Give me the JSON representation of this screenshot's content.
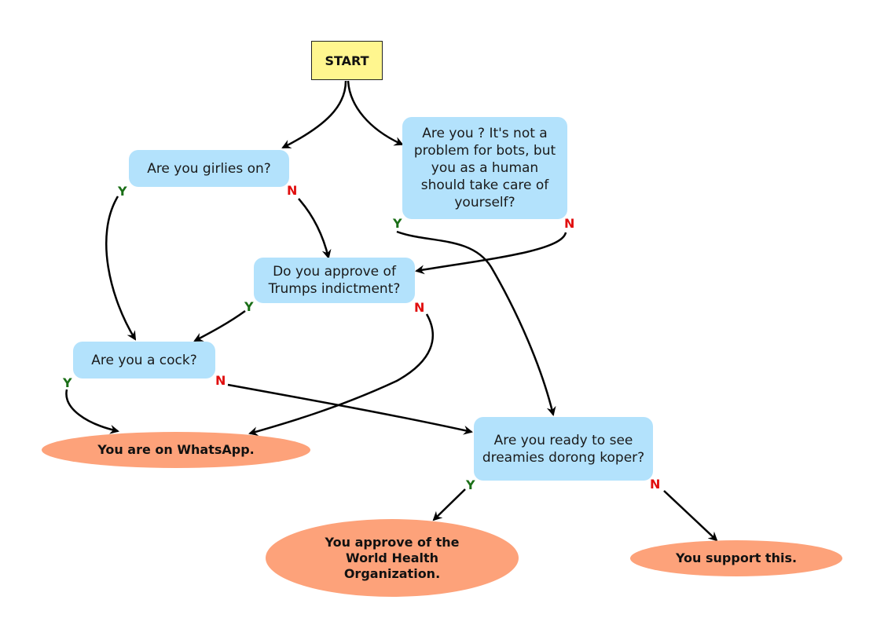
{
  "start": "START",
  "questions": {
    "girlies": "Are you girlies on?",
    "bots": "Are you ?  It's not a problem for bots, but you as a human should take care of yourself?",
    "trump": "Do you approve of Trumps indictment?",
    "cock": "Are you a cock?",
    "dreamies": "Are you ready to see dreamies dorong koper?"
  },
  "outcomes": {
    "whatsapp": "You are on WhatsApp.",
    "who": "You approve of the World Health Organization.",
    "support": "You support this."
  },
  "labels": {
    "yes": "Y",
    "no": "N"
  },
  "colors": {
    "question": "#b3e2fc",
    "start": "#fff68f",
    "outcome": "#fda27a",
    "yes": "#1a6e16",
    "no": "#e10e0e"
  }
}
